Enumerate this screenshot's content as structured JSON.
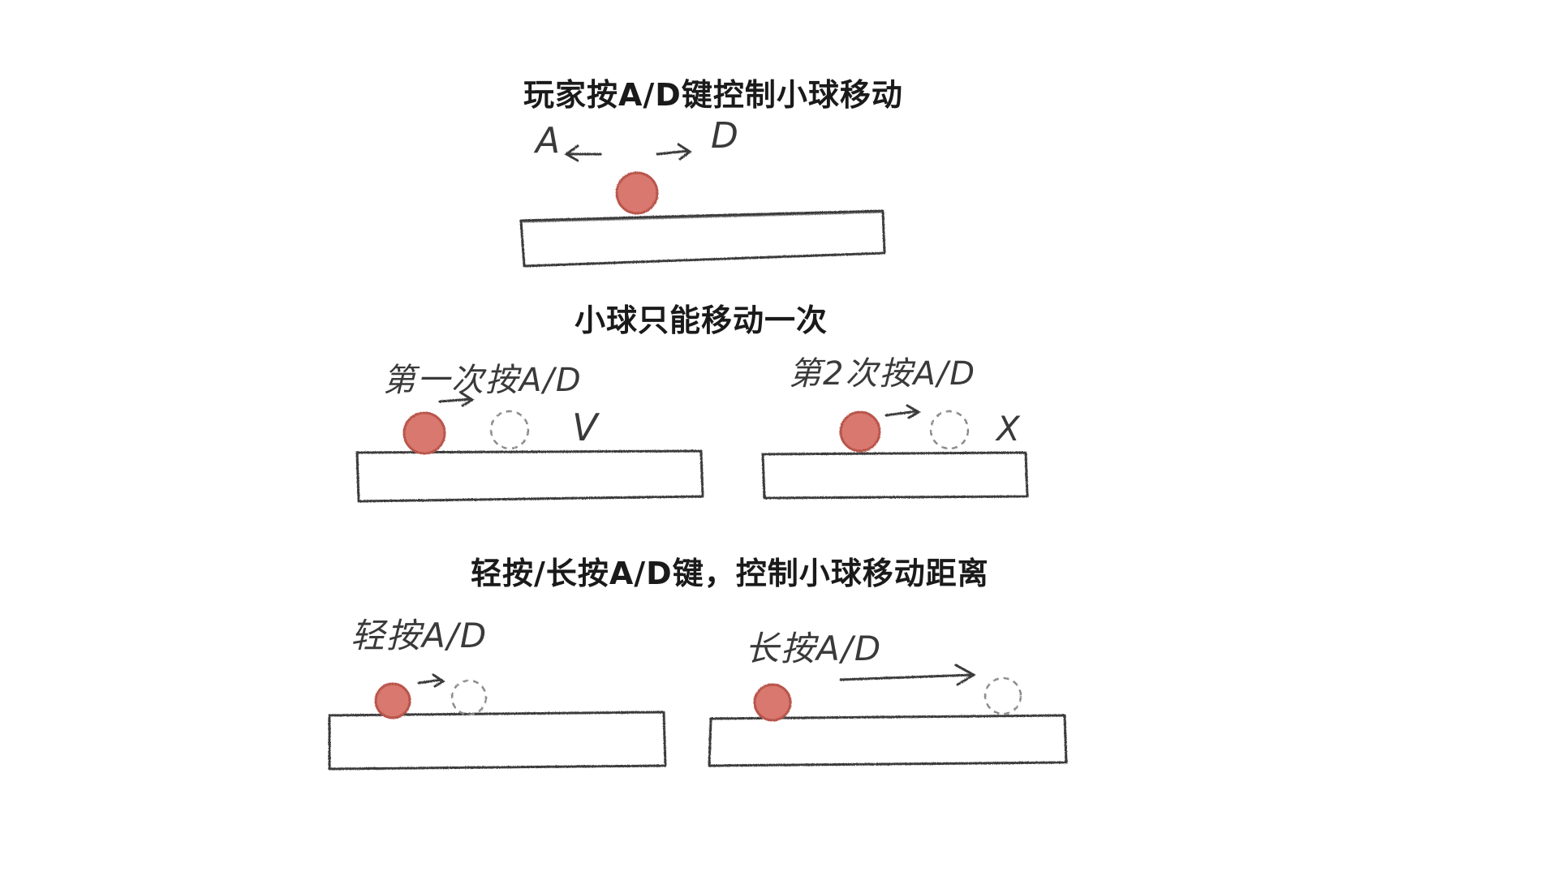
{
  "section1": {
    "title": "玩家按A/D键控制小球移动",
    "key_left": "A",
    "key_right": "D"
  },
  "section2": {
    "title": "小球只能移动一次",
    "first": {
      "caption": "第一次按A/D",
      "mark": "V"
    },
    "second": {
      "caption": "第2次按A/D",
      "mark": "X"
    }
  },
  "section3": {
    "title": "轻按/长按A/D键，控制小球移动距离",
    "short": {
      "caption": "轻按A/D"
    },
    "long": {
      "caption": "长按A/D"
    }
  },
  "colors": {
    "ball": "#d9786e",
    "ball_outline": "#b8544c",
    "stroke": "#3a3a3a",
    "ghost": "#9a9a9a"
  }
}
